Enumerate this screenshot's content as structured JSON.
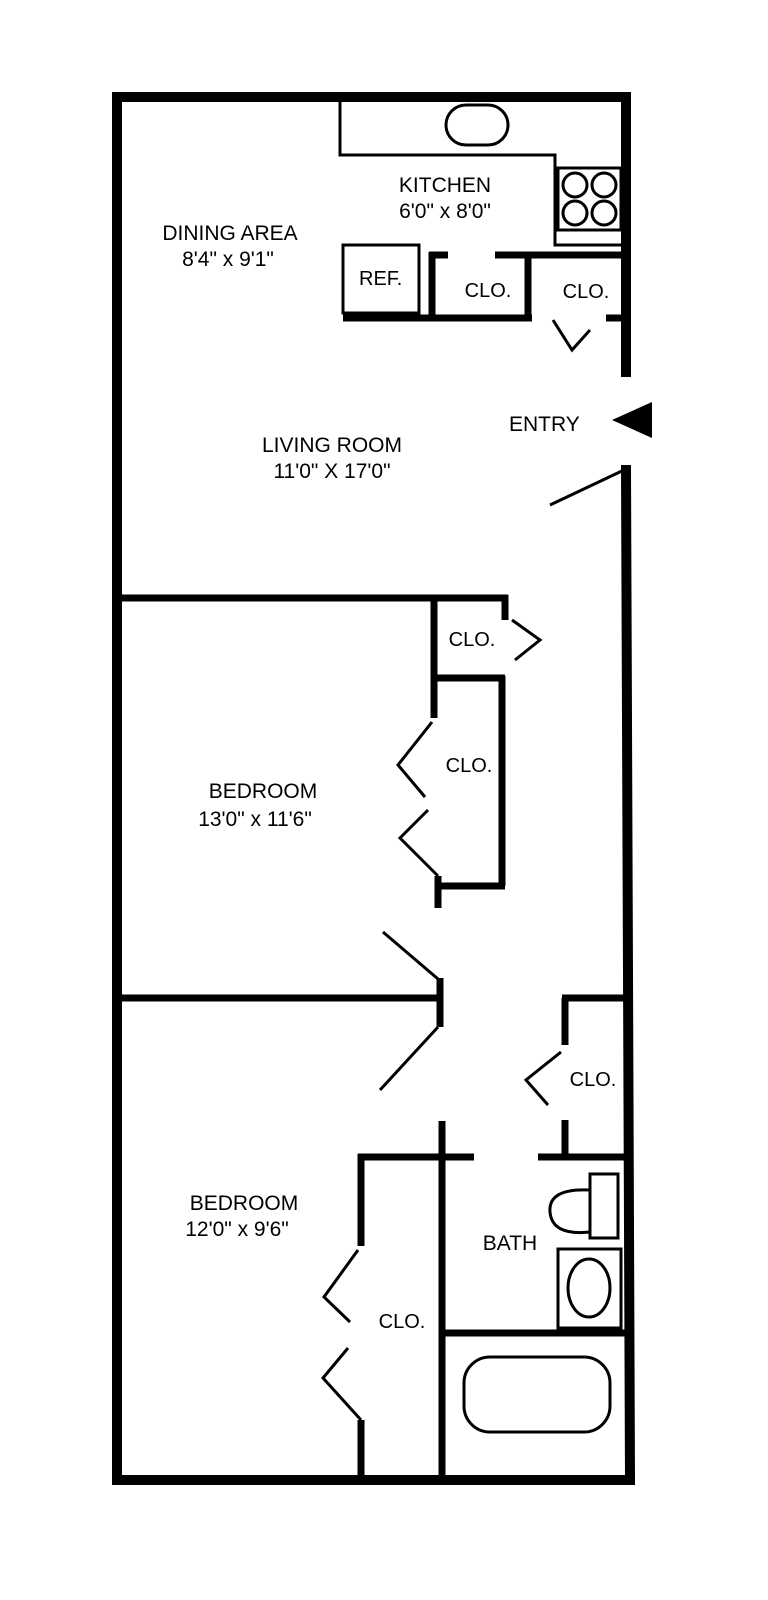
{
  "plan": {
    "rooms": [
      {
        "id": "dining",
        "name": "DINING AREA",
        "size": "8'4\" x 9'1\""
      },
      {
        "id": "kitchen",
        "name": "KITCHEN",
        "size": "6'0\" x 8'0\""
      },
      {
        "id": "living",
        "name": "LIVING ROOM",
        "size": "11'0\" X 17'0\""
      },
      {
        "id": "bedroom1",
        "name": "BEDROOM",
        "size": "13'0\" x 11'6\""
      },
      {
        "id": "bedroom2",
        "name": "BEDROOM",
        "size": "12'0\" x 9'6\""
      },
      {
        "id": "bath",
        "name": "BATH"
      }
    ],
    "fixtures": {
      "refrigerator": "REF.",
      "entry": "ENTRY"
    },
    "closets": [
      {
        "id": "kitchen-closet",
        "label": "CLO."
      },
      {
        "id": "entry-closet",
        "label": "CLO."
      },
      {
        "id": "living-closet",
        "label": "CLO."
      },
      {
        "id": "bedroom1-closet",
        "label": "CLO."
      },
      {
        "id": "hall-closet",
        "label": "CLO."
      },
      {
        "id": "bedroom2-closet",
        "label": "CLO."
      }
    ],
    "colors": {
      "line": "#000000",
      "background": "#ffffff"
    }
  }
}
